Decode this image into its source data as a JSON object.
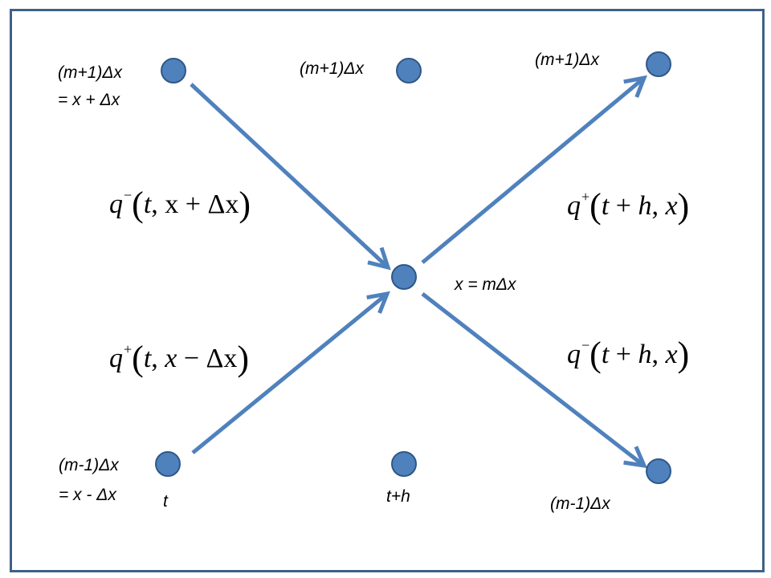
{
  "nodes": [
    {
      "id": "top-left",
      "color": "#4f81bd"
    },
    {
      "id": "top-mid",
      "color": "#4f81bd"
    },
    {
      "id": "top-right",
      "color": "#4f81bd"
    },
    {
      "id": "center",
      "color": "#4f81bd"
    },
    {
      "id": "bottom-left",
      "color": "#4f81bd"
    },
    {
      "id": "bottom-mid",
      "color": "#4f81bd"
    },
    {
      "id": "bottom-right",
      "color": "#4f81bd"
    }
  ],
  "labels": {
    "top_left_1": "(m+1)Δx",
    "top_left_2": "= x + Δx",
    "top_mid": "(m+1)Δx",
    "top_right": "(m+1)Δx",
    "center": "x = mΔx",
    "bottom_left_1": "(m-1)Δx",
    "bottom_left_2": "= x - Δx",
    "t": "t",
    "t_plus_h": "t+h",
    "bottom_right": "(m-1)Δx"
  },
  "math": {
    "eq1": {
      "q": "q",
      "sup": "−",
      "open": "(",
      "a": "t",
      "comma": ",",
      "b": "x",
      "op": "+",
      "c": "Δx",
      "close": ")"
    },
    "eq2": {
      "q": "q",
      "sup": "+",
      "open": "(",
      "a": "t",
      "comma": ",",
      "b": "x",
      "op": "−",
      "c": "Δx",
      "close": ")"
    },
    "eq3": {
      "q": "q",
      "sup": "+",
      "open": "(",
      "a": "t",
      "op1": "+",
      "h": "h",
      "comma": ",",
      "b": "x",
      "close": ")"
    },
    "eq4": {
      "q": "q",
      "sup": "−",
      "open": "(",
      "a": "t",
      "op1": "+",
      "h": "h",
      "comma": ",",
      "b": "x",
      "close": ")"
    }
  },
  "colors": {
    "frame": "#3f6187",
    "arrow": "#4f81bd",
    "node_fill": "#4f81bd",
    "node_stroke": "#2f5887"
  }
}
